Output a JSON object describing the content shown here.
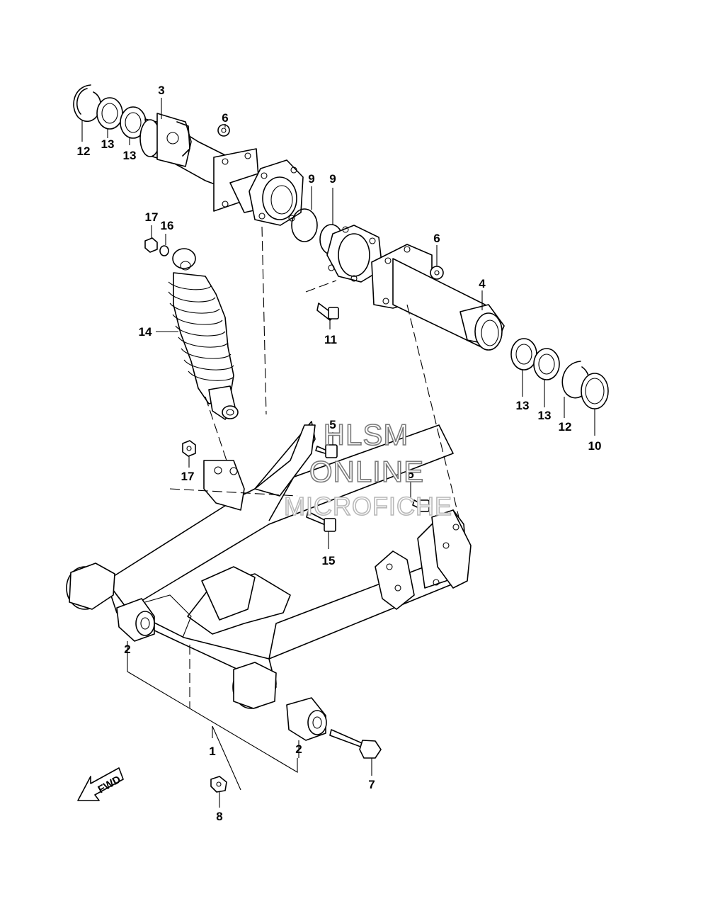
{
  "callouts": {
    "c1": "1",
    "c2a": "2",
    "c2b": "2",
    "c3": "3",
    "c4": "4",
    "c5a": "5",
    "c5b": "5",
    "c6a": "6",
    "c6b": "6",
    "c7": "7",
    "c8": "8",
    "c9a": "9",
    "c9b": "9",
    "c10": "10",
    "c11": "11",
    "c12a": "12",
    "c12b": "12",
    "c13a": "13",
    "c13b": "13",
    "c13c": "13",
    "c13d": "13",
    "c14": "14",
    "c15": "15",
    "c16": "16",
    "c17a": "17",
    "c17b": "17"
  },
  "watermark": {
    "line1": "HLSM",
    "line2": "ONLINE",
    "line3": "MICROFICHE"
  },
  "direction_arrow": {
    "label": "FWD",
    "icon": "fwd-arrow-icon"
  }
}
